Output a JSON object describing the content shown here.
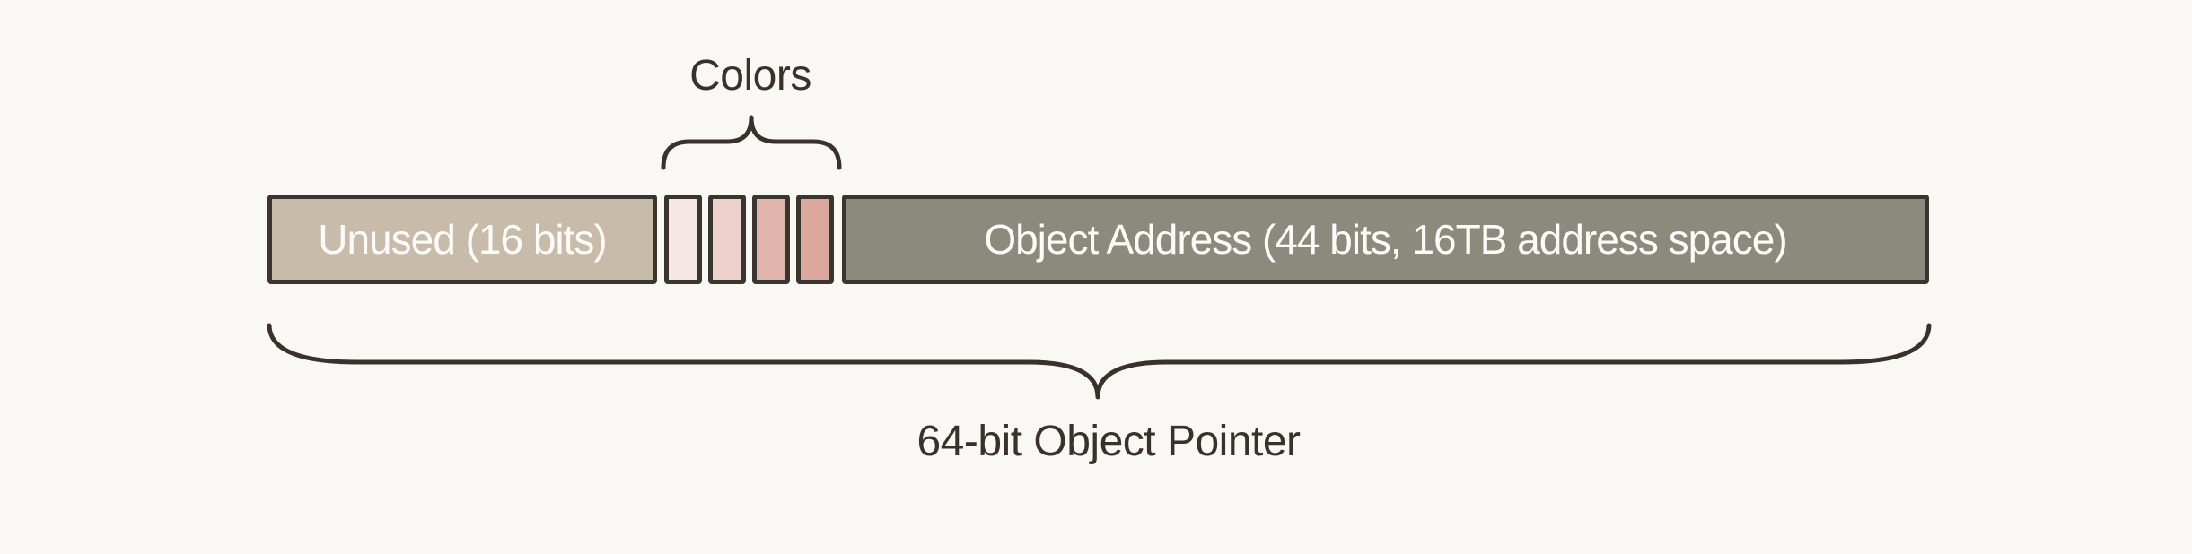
{
  "canvas": {
    "background": "#FAF8F5",
    "ink": "#37322C",
    "border_color": "#3A352F"
  },
  "labels": {
    "colors": "Colors",
    "pointer": "64-bit Object Pointer"
  },
  "fields": {
    "unused": {
      "label": "Unused (16 bits)",
      "fill": "#C8BBAA",
      "text_color": "#FCFBF9"
    },
    "object_address": {
      "label": "Object Address (44 bits, 16TB address space)",
      "fill": "#8C897D",
      "text_color": "#FCFBF9"
    }
  },
  "color_bits": [
    {
      "name": "color-bit-1",
      "fill": "#F6E7E6"
    },
    {
      "name": "color-bit-2",
      "fill": "#EDD2CC"
    },
    {
      "name": "color-bit-3",
      "fill": "#E0B5AC"
    },
    {
      "name": "color-bit-4",
      "fill": "#DBA89E"
    }
  ]
}
